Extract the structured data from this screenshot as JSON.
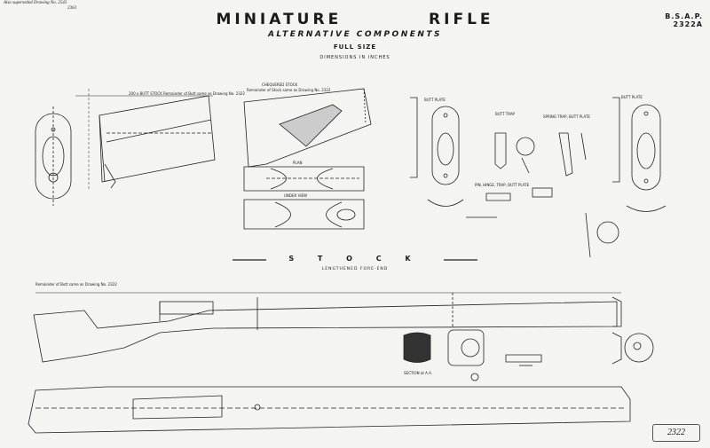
{
  "header": {
    "title_word1": "MINIATURE",
    "title_word2": "RIFLE",
    "subtitle": "ALTERNATIVE   COMPONENTS",
    "scale": "FULL SIZE",
    "units": "DIMENSIONS  IN  INCHES"
  },
  "reference": {
    "line1": "B.S.A.P.",
    "line2": "2322A"
  },
  "corner_note": {
    "line1": "Also superseded Drawing No. 2543",
    "line2": "2363"
  },
  "section_titles": {
    "stock": "S T O C K",
    "stock_sub": "LENGTHENED   FORE-END"
  },
  "labels": {
    "chequered_stock": "CHEQUERED STOCK",
    "chequered_note": "Remainder of Stock same as Drawing No. 2322",
    "plan": "PLAN",
    "under_view": "UNDER VIEW",
    "butt_plate": "BUTT PLATE",
    "butt_trap": "BUTT TRAP",
    "spring_trap": "SPRING TRAP, BUTT PLATE",
    "butt_plate_right": "BUTT PLATE",
    "pin_hinge": "PIN, HINGE, TRAP, BUTT PLATE",
    "section_aa": "SECTION at A.A.",
    "stock_note": "Remainder of Butt same as Drawing No. 2322",
    "butt_note": "200 x BUTT STOCK Remainder of Butt same as Drawing No. 2322"
  },
  "stamp": "2322"
}
